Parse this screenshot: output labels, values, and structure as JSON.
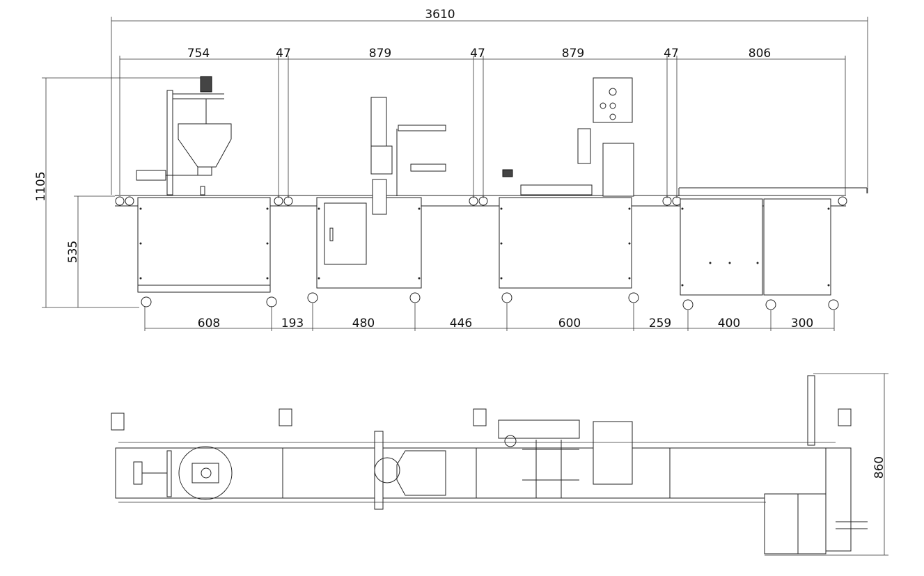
{
  "dimensions": {
    "overall_length": "3610",
    "top_segments": [
      "754",
      "47",
      "879",
      "47",
      "879",
      "47",
      "806"
    ],
    "bottom_segments": [
      "608",
      "193",
      "480",
      "446",
      "600",
      "259",
      "400",
      "300"
    ],
    "overall_height": "1105",
    "conveyor_height": "535",
    "plan_width": "860"
  }
}
